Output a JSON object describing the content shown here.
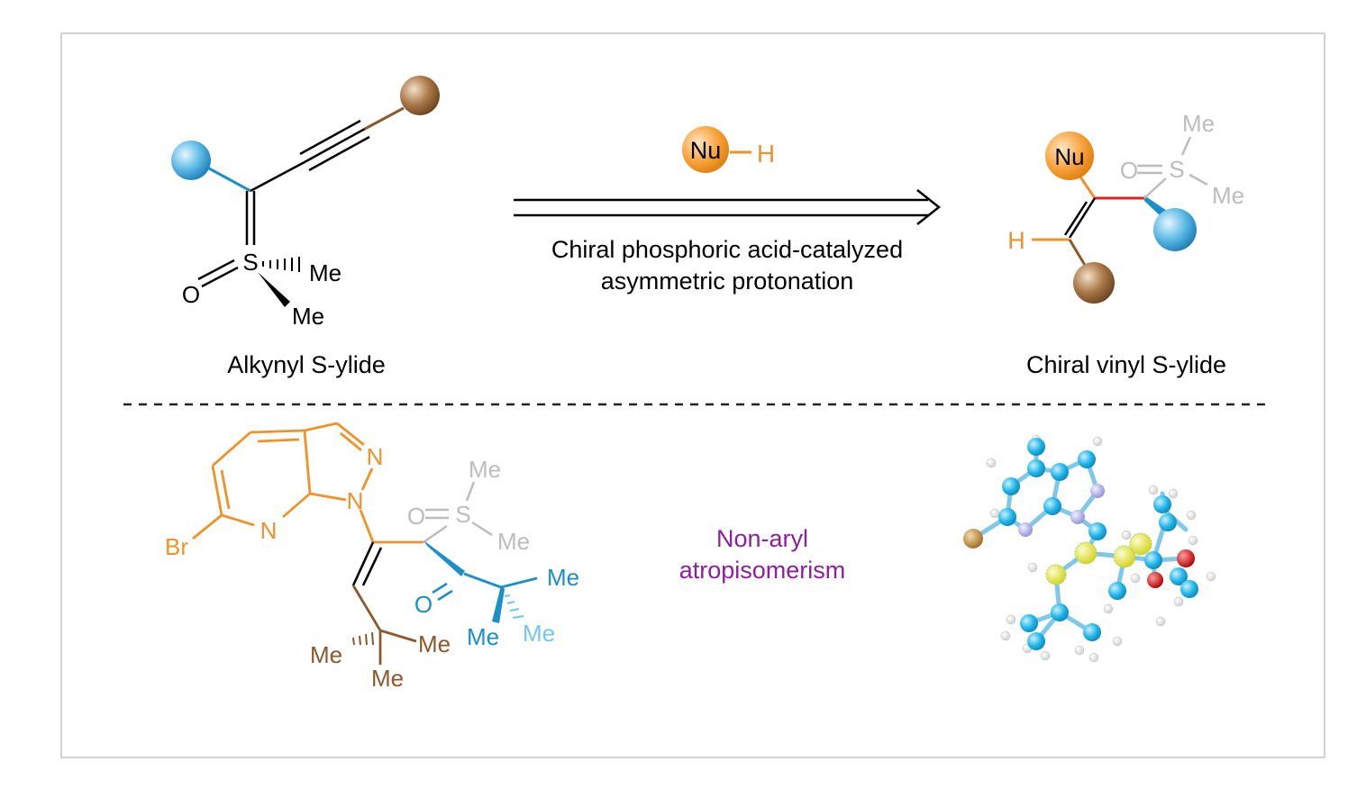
{
  "top": {
    "left_caption": "Alkynyl S-ylide",
    "right_caption": "Chiral vinyl S-ylide",
    "reagent_nu": "Nu",
    "reagent_h": "H",
    "arrow_line1": "Chiral phosphoric acid-catalyzed",
    "arrow_line2": "asymmetric protonation",
    "left_struct": {
      "s": "S",
      "o": "O",
      "me1": "Me",
      "me2": "Me"
    },
    "right_struct": {
      "nu": "Nu",
      "h": "H",
      "o": "O",
      "s": "S",
      "me1": "Me",
      "me2": "Me"
    }
  },
  "bottom": {
    "label_line1": "Non-aryl",
    "label_line2": "atropisomerism",
    "molecule": {
      "br": "Br",
      "n1": "N",
      "n2": "N",
      "n3": "N",
      "o_s": "O",
      "s": "S",
      "s_me_top": "Me",
      "s_me_right": "Me",
      "o_ket": "O",
      "tbu_me1": "Me",
      "tbu_me2": "Me",
      "tbu_me3": "Me",
      "tb2_me1": "Me",
      "tb2_me2": "Me",
      "tb2_me3": "Me"
    }
  },
  "colors": {
    "orange": "#f0922a",
    "blue": "#1b8fc9",
    "brown": "#8b5a2b",
    "gray": "#bdbdbd",
    "purple": "#8e1f9e",
    "red": "#e02020",
    "cyan_light": "#74c6ee",
    "atom_cyan": "#1fb5e8"
  }
}
